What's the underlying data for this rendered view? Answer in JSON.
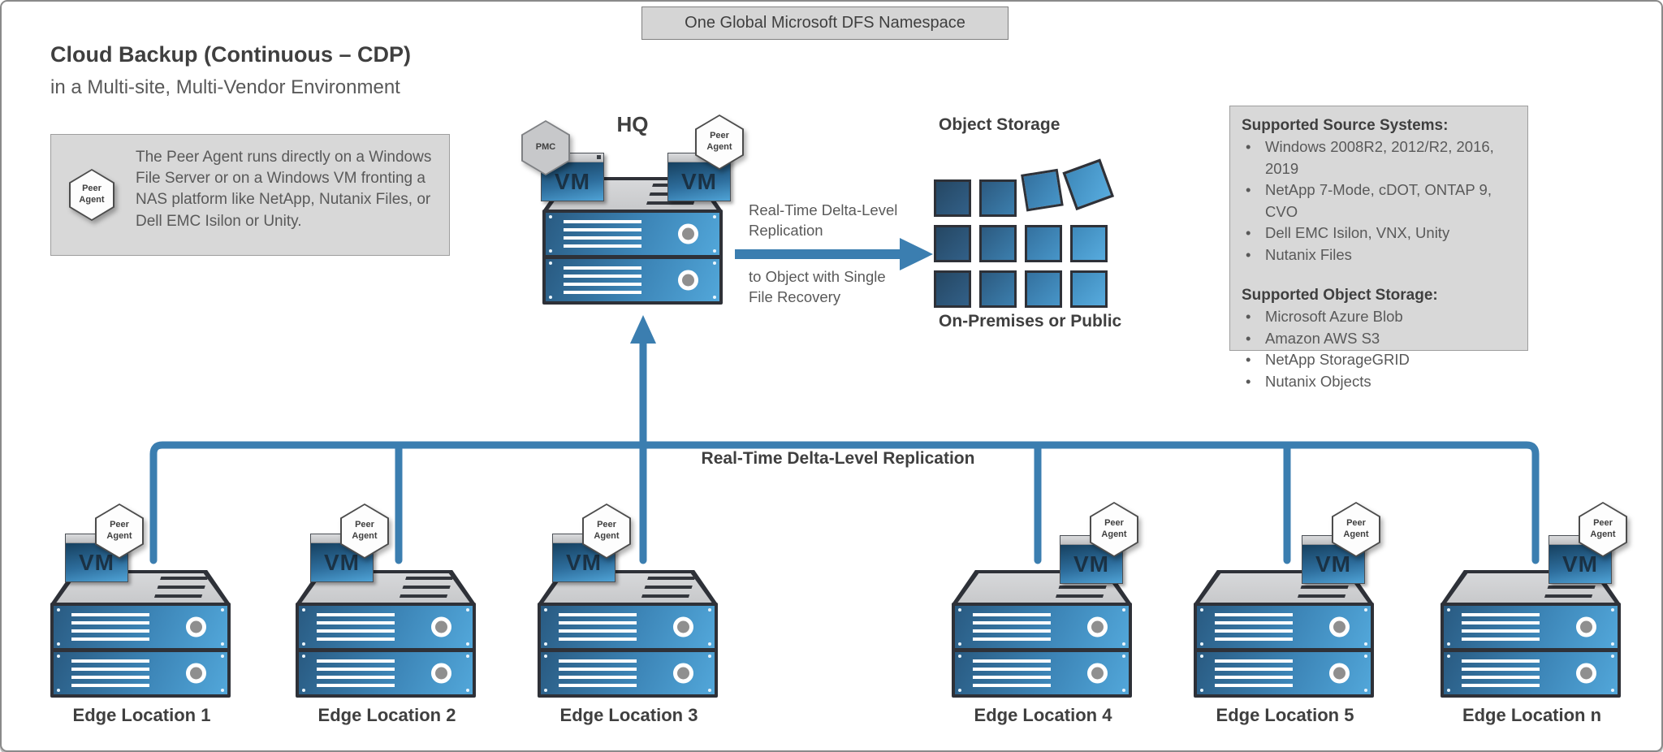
{
  "banner": {
    "label": "One Global Microsoft DFS Namespace"
  },
  "header": {
    "title": "Cloud Backup (Continuous – CDP)",
    "subtitle": "in a Multi-site, Multi-Vendor Environment"
  },
  "note": {
    "badge": "Peer Agent",
    "text": "The Peer Agent runs directly on a Windows File Server or on a Windows VM fronting a NAS platform like NetApp, Nutanix Files, or Dell EMC Isilon or Unity."
  },
  "hq": {
    "label": "HQ",
    "pmc_badge": "PMC",
    "agent_badge": "Peer Agent",
    "vm_left": "VM",
    "vm_right": "VM"
  },
  "hq_to_storage": {
    "above": "Real-Time Delta-Level Replication",
    "below": "to Object with Single File Recovery"
  },
  "object_storage": {
    "title": "Object Storage",
    "caption": "On-Premises or Public"
  },
  "supported": {
    "source_title": "Supported Source Systems:",
    "source_items": [
      "Windows 2008R2, 2012/R2, 2016, 2019",
      "NetApp 7-Mode, cDOT, ONTAP 9, CVO",
      "Dell EMC Isilon, VNX, Unity",
      "Nutanix Files"
    ],
    "object_title": "Supported Object Storage:",
    "object_items": [
      "Microsoft Azure Blob",
      "Amazon AWS S3",
      "NetApp StorageGRID",
      "Nutanix Objects"
    ]
  },
  "network": {
    "label": "Real-Time Delta-Level Replication"
  },
  "edge_locations": [
    {
      "label": "Edge Location 1",
      "vm": "VM",
      "badge": "Peer Agent"
    },
    {
      "label": "Edge Location 2",
      "vm": "VM",
      "badge": "Peer Agent"
    },
    {
      "label": "Edge Location 3",
      "vm": "VM",
      "badge": "Peer Agent"
    },
    {
      "label": "Edge Location 4",
      "vm": "VM",
      "badge": "Peer Agent"
    },
    {
      "label": "Edge Location 5",
      "vm": "VM",
      "badge": "Peer Agent"
    },
    {
      "label": "Edge Location n",
      "vm": "VM",
      "badge": "Peer Agent"
    }
  ],
  "colors": {
    "accent_blue": "#3b7eb0",
    "panel_gray": "#d8d8d8",
    "panel_border": "#9e9e9e",
    "text_dark": "#3f3f3f",
    "text_body": "#595959",
    "server_frame": "#2e3138"
  }
}
